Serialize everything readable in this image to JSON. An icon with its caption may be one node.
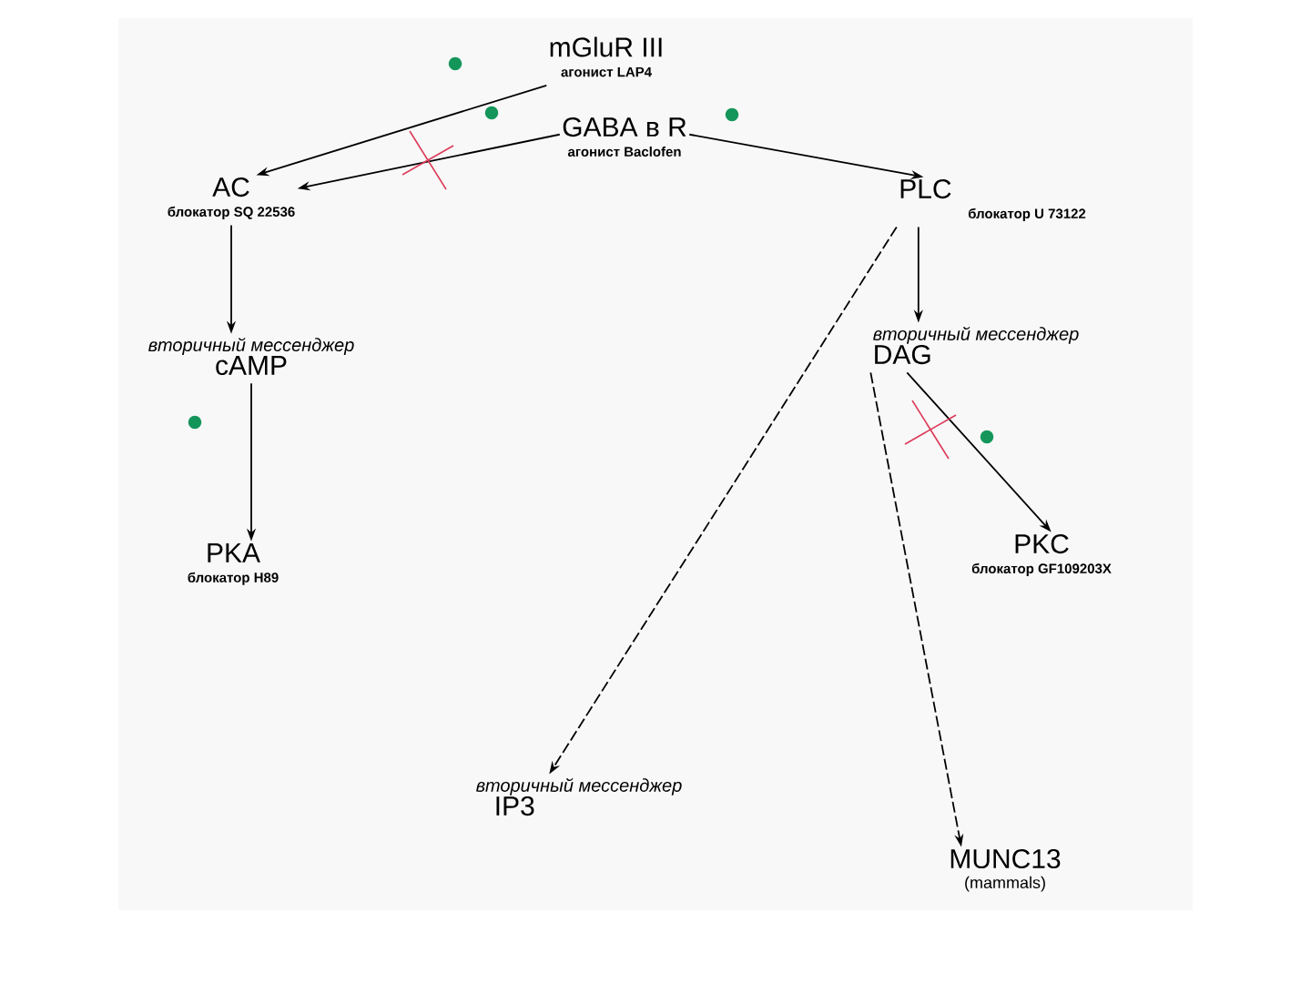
{
  "diagram": {
    "nodes": [
      {
        "text": [
          "mGluR III",
          "агонист LAP4"
        ]
      },
      {
        "text": [
          "GABA в R",
          "агонист Baclofen"
        ]
      },
      {
        "text": [
          "AC",
          "блокатор SQ 22536"
        ]
      },
      {
        "text": [
          "PLC",
          "блокатор U 73122"
        ]
      },
      {
        "text": [
          "вторичный мессенджер",
          "cAMP"
        ]
      },
      {
        "text": [
          "вторичный мессенджер",
          "DAG"
        ]
      },
      {
        "text": [
          "PKA",
          "блокатор H89"
        ]
      },
      {
        "text": [
          "PKC",
          "блокатор GF109203X"
        ]
      },
      {
        "text": [
          "вторичный мессенджер",
          "IP3"
        ]
      },
      {
        "text": [
          "MUNC13",
          "(mammals)"
        ]
      }
    ],
    "edges": [
      {
        "from": 0,
        "to": 2,
        "arrow": "to"
      },
      {
        "from": 1,
        "to": 2,
        "arrow": "to"
      },
      {
        "from": 1,
        "to": 3,
        "arrow": "to"
      },
      {
        "from": 2,
        "to": 4,
        "arrow": "to"
      },
      {
        "from": 4,
        "to": 6,
        "arrow": "to"
      },
      {
        "from": 3,
        "to": 5,
        "arrow": "to"
      },
      {
        "from": 3,
        "to": 8,
        "arrow": "to",
        "style": "dashed"
      },
      {
        "from": 5,
        "to": 9,
        "arrow": "to",
        "style": "dashed"
      },
      {
        "from": 5,
        "to": 7,
        "arrow": "to"
      }
    ]
  }
}
